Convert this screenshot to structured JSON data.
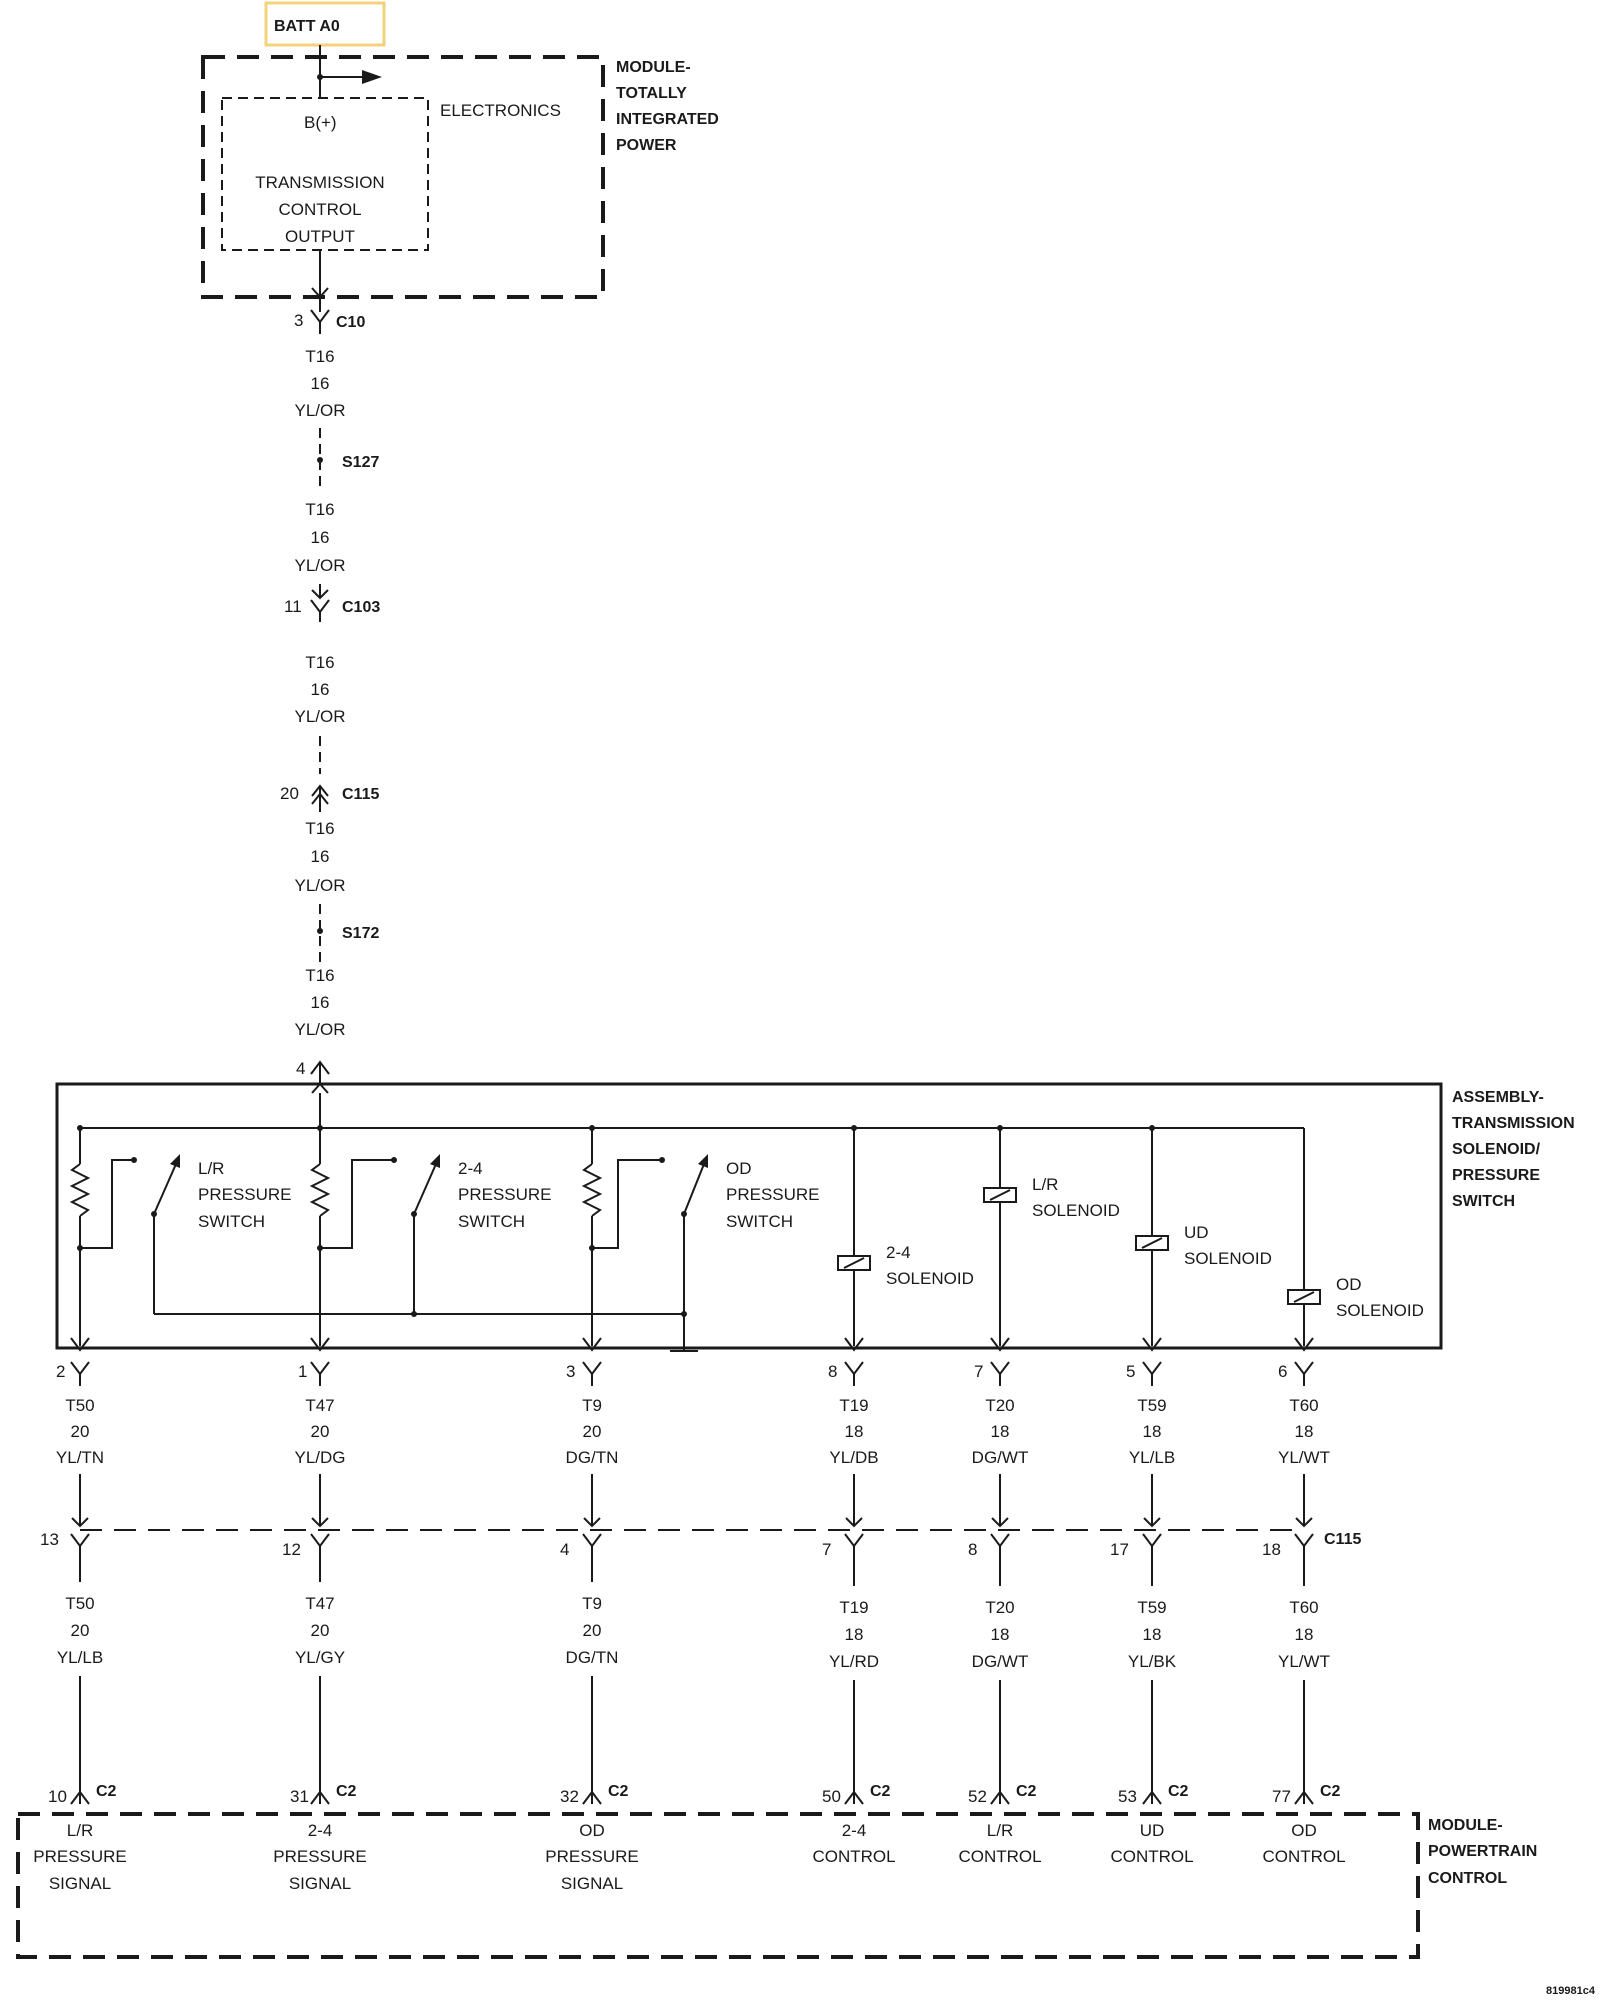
{
  "batt": {
    "label": "BATT A0",
    "border_color": "#f2d27a"
  },
  "tipm": {
    "name_lines": [
      "MODULE-",
      "TOTALLY",
      "INTEGRATED",
      "POWER"
    ],
    "electronics": "ELECTRONICS",
    "b_plus": "B(+)",
    "output_lines": [
      "TRANSMISSION",
      "CONTROL",
      "OUTPUT"
    ]
  },
  "feed": {
    "c10": {
      "pin": "3",
      "name": "C10"
    },
    "seg1": [
      "T16",
      "16",
      "YL/OR"
    ],
    "s127": "S127",
    "seg2": [
      "T16",
      "16",
      "YL/OR"
    ],
    "c103": {
      "pin": "11",
      "name": "C103"
    },
    "seg3": [
      "T16",
      "16",
      "YL/OR"
    ],
    "c115": {
      "pin": "20",
      "name": "C115"
    },
    "seg4": [
      "T16",
      "16",
      "YL/OR"
    ],
    "s172": "S172",
    "seg5": [
      "T16",
      "16",
      "YL/OR"
    ],
    "assembly_pin": "4"
  },
  "assembly": {
    "name_lines": [
      "ASSEMBLY-",
      "TRANSMISSION",
      "SOLENOID/",
      "PRESSURE",
      "SWITCH"
    ],
    "lr_switch": [
      "L/R",
      "PRESSURE",
      "SWITCH"
    ],
    "s24_switch": [
      "2-4",
      "PRESSURE",
      "SWITCH"
    ],
    "od_switch": [
      "OD",
      "PRESSURE",
      "SWITCH"
    ],
    "s24_solenoid": [
      "2-4",
      "SOLENOID"
    ],
    "lr_solenoid": [
      "L/R",
      "SOLENOID"
    ],
    "ud_solenoid": [
      "UD",
      "SOLENOID"
    ],
    "od_solenoid": [
      "OD",
      "SOLENOID"
    ]
  },
  "lower": {
    "c115_name": "C115",
    "c2_name": "C2",
    "circuits": [
      {
        "top_pin": "2",
        "upper": [
          "T50",
          "20",
          "YL/TN"
        ],
        "c115_pin": "13",
        "lower_wire": [
          "T50",
          "20",
          "YL/LB"
        ],
        "c2_pin": "10",
        "signal": [
          "L/R",
          "PRESSURE",
          "SIGNAL"
        ]
      },
      {
        "top_pin": "1",
        "upper": [
          "T47",
          "20",
          "YL/DG"
        ],
        "c115_pin": "12",
        "lower_wire": [
          "T47",
          "20",
          "YL/GY"
        ],
        "c2_pin": "31",
        "signal": [
          "2-4",
          "PRESSURE",
          "SIGNAL"
        ]
      },
      {
        "top_pin": "3",
        "upper": [
          "T9",
          "20",
          "DG/TN"
        ],
        "c115_pin": "4",
        "lower_wire": [
          "T9",
          "20",
          "DG/TN"
        ],
        "c2_pin": "32",
        "signal": [
          "OD",
          "PRESSURE",
          "SIGNAL"
        ]
      },
      {
        "top_pin": "8",
        "upper": [
          "T19",
          "18",
          "YL/DB"
        ],
        "c115_pin": "7",
        "lower_wire": [
          "T19",
          "18",
          "YL/RD"
        ],
        "c2_pin": "50",
        "signal": [
          "2-4",
          "CONTROL"
        ]
      },
      {
        "top_pin": "7",
        "upper": [
          "T20",
          "18",
          "DG/WT"
        ],
        "c115_pin": "8",
        "lower_wire": [
          "T20",
          "18",
          "DG/WT"
        ],
        "c2_pin": "52",
        "signal": [
          "L/R",
          "CONTROL"
        ]
      },
      {
        "top_pin": "5",
        "upper": [
          "T59",
          "18",
          "YL/LB"
        ],
        "c115_pin": "17",
        "lower_wire": [
          "T59",
          "18",
          "YL/BK"
        ],
        "c2_pin": "53",
        "signal": [
          "UD",
          "CONTROL"
        ]
      },
      {
        "top_pin": "6",
        "upper": [
          "T60",
          "18",
          "YL/WT"
        ],
        "c115_pin": "18",
        "lower_wire": [
          "T60",
          "18",
          "YL/WT"
        ],
        "c2_pin": "77",
        "signal": [
          "OD",
          "CONTROL"
        ]
      }
    ]
  },
  "pcm": {
    "name_lines": [
      "MODULE-",
      "POWERTRAIN",
      "CONTROL"
    ]
  },
  "figure_id": "819981c4"
}
